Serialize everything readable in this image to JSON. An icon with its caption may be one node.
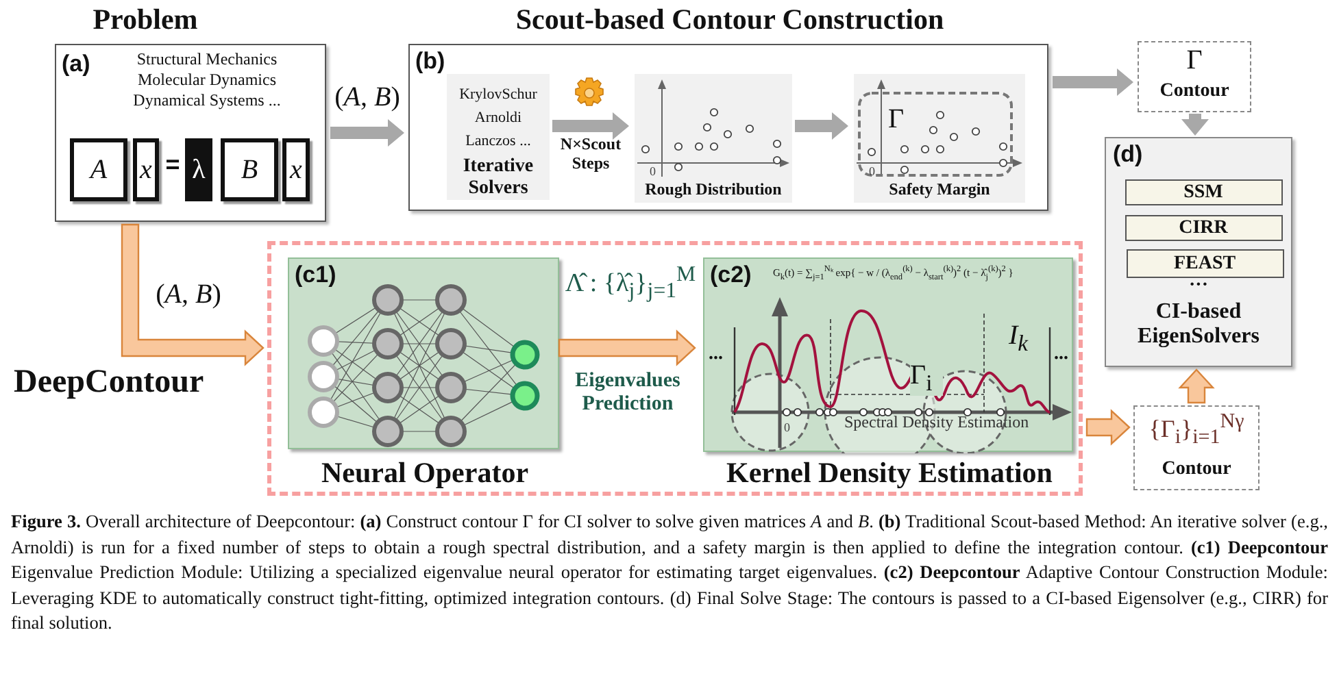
{
  "diagram": {
    "caption": "**Figure 3.** Overall architecture of Deepcontour: **(a)** Construct contour Γ for CI solver to solve given matrices *A* and *B*. **(b)** Traditional Scout-based Method: An iterative solver (e.g., Arnoldi) is run for a fixed number of steps to obtain a rough spectral distribution, and a safety margin is then applied to define the integration contour. **(c1)** **Deepcontour** Eigenvalue Prediction Module: Utilizing a specialized eigenvalue neural operator for estimating target eigenvalues. **(c2)** **Deepcontour** Adaptive Contour Construction Module: Leveraging KDE to automatically construct tight-fitting, optimized integration contours. (d) Final Solve Stage: The contours is passed to a CI-based Eigensolver (e.g., CIRR) for final solution.",
    "nodes": [
      {
        "text": [
          "Problem",
          "(a)",
          "Structural Mechanics",
          "Molecular Dynamics",
          "Dynamical Systems ..."
        ]
      },
      {
        "text": [
          "A"
        ],
        "in": 0
      },
      {
        "text": [
          "x"
        ],
        "in": 0
      },
      {
        "text": [
          "λ"
        ],
        "in": 0
      },
      {
        "text": [
          "B"
        ],
        "in": 0
      },
      {
        "text": [
          "x"
        ],
        "in": 0
      },
      {
        "text": [
          "Scout-based Contour Construction",
          "(b)"
        ]
      },
      {
        "text": [
          "KrylovSchur",
          "Arnoldi",
          "Lanczos ...",
          "Iterative Solvers"
        ],
        "in": 6
      },
      {
        "text": [
          "0",
          "Rough Distribution"
        ],
        "in": 6
      },
      {
        "text": [
          "Γ",
          "0",
          "Safety Margin"
        ],
        "in": 6
      },
      {
        "text": [
          "Γ",
          "Contour"
        ]
      },
      {
        "text": [
          "(d)",
          "···",
          "CI-based EigenSolvers"
        ]
      },
      {
        "text": [
          "SSM"
        ],
        "in": 11
      },
      {
        "text": [
          "CIRR"
        ],
        "in": 11
      },
      {
        "text": [
          "FEAST"
        ],
        "in": 11
      },
      {
        "text": [
          "DeepContour"
        ]
      },
      {
        "text": [
          "(c1)",
          "Neural Operator"
        ],
        "in": 15
      },
      {
        "text": [
          "(c2)",
          "G$_{k}$(t) = ∑$_{j=1}$$^{Nₖ}$ exp{ − w / (λ$_{end}$$^{(k)}$ − λ$_{start}$$^{(k)}$)$^{2}$ (t − λ̂$_{j}$$^{(k)}$)$^{2}$ }",
          "...",
          "I$_{k}$",
          "Γ$_{i}$",
          "...",
          "0",
          "Spectral Density Estimation",
          "Kernel Density Estimation"
        ],
        "in": 15
      },
      {
        "text": [
          "{Γ$_{i}$}$_{i=1}$$^{Nγ}$",
          "Contour"
        ]
      }
    ],
    "edges": [
      {
        "from": 0,
        "to": 6,
        "arrow": "to",
        "label": "(*A*, *B*)"
      },
      {
        "from": 6,
        "to": 10,
        "arrow": "to"
      },
      {
        "from": 10,
        "to": 11,
        "arrow": "to"
      },
      {
        "from": 0,
        "to": 15,
        "arrow": "to",
        "label": "(*A*, *B*)",
        "color": "#f9c79c"
      },
      {
        "from": 16,
        "to": 17,
        "arrow": "to",
        "label": "Λ̂ : {λ̂$_{j}$}$_{j=1}$$^{M}$",
        "color": "#f9c79c"
      },
      {
        "from": 7,
        "to": 8,
        "arrow": "to",
        "label": "N×Scout Steps"
      },
      {
        "from": 8,
        "to": 9,
        "arrow": "to"
      },
      {
        "from": 15,
        "to": 18,
        "arrow": "to",
        "color": "#f9c79c"
      },
      {
        "from": 18,
        "to": 11,
        "arrow": "to",
        "color": "#f9c79c"
      }
    ],
    "labels": [
      "=",
      "Eigenvalues Prediction"
    ]
  }
}
